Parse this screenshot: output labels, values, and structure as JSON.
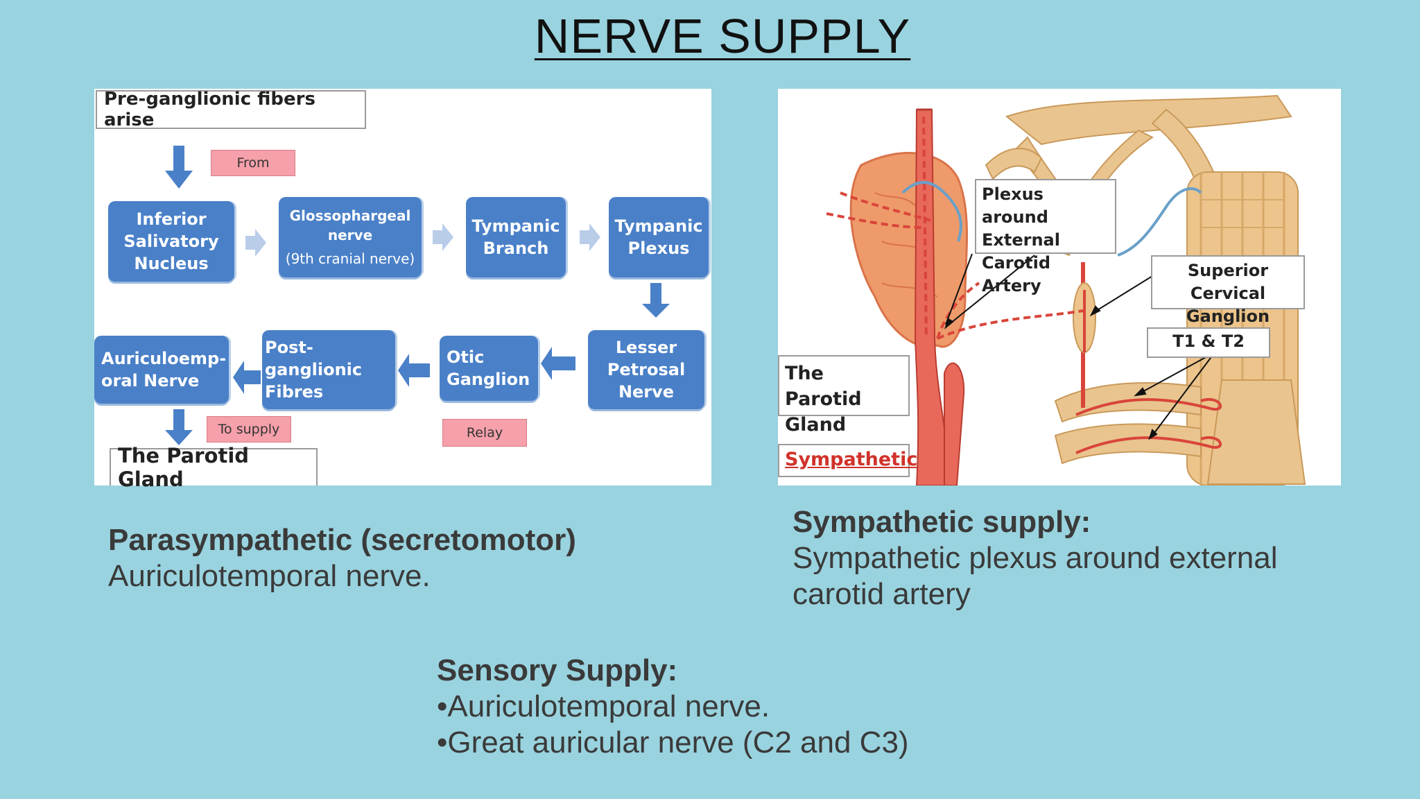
{
  "title": "NERVE SUPPLY",
  "flowchart": {
    "start_label": "Pre-ganglionic fibers arise",
    "from_tag": "From",
    "boxes": {
      "inferior_salivatory": "Inferior\nSalivatory\nNucleus",
      "glossopharyngeal": "Glossophargeal\nnerve",
      "glossopharyngeal_sub": "(9th cranial nerve)",
      "tympanic_branch": "Tympanic\nBranch",
      "tympanic_plexus": "Tympanic\nPlexus",
      "lesser_petrosal": "Lesser\nPetrosal\nNerve",
      "otic_ganglion": "Otic\nGanglion",
      "post_ganglionic": "Post-ganglionic\nFibres",
      "auriculotemporal": "Auriculoemp-\noral Nerve"
    },
    "relay_tag": "Relay",
    "to_supply_tag": "To supply",
    "end_label": "The Parotid Gland"
  },
  "anatomy": {
    "labels": {
      "plexus": "Plexus around\nExternal Carotid\nArtery",
      "superior_cervical": "Superior Cervical\nGanglion",
      "t1_t2": "T1 & T2",
      "parotid_gland": "The Parotid\nGland",
      "sympathetic": "Sympathetic"
    }
  },
  "sections": {
    "parasympathetic_heading": "Parasympathetic (secretomotor)",
    "parasympathetic_text": "Auriculotemporal nerve.",
    "sympathetic_heading": "Sympathetic supply:",
    "sympathetic_text_1": "Sympathetic plexus around external",
    "sympathetic_text_2": "carotid artery",
    "sensory_heading": "Sensory Supply:",
    "sensory_items": [
      "•Auriculotemporal nerve.",
      "•Great auricular nerve (C2 and C3)"
    ]
  },
  "colors": {
    "background": "#99d3df",
    "box_blue": "#4a80c8",
    "tag_pink": "#f5a0aa",
    "artery_red": "#d9453a",
    "gland_orange": "#ef9a6a",
    "nerve_tan": "#e9c48e"
  }
}
